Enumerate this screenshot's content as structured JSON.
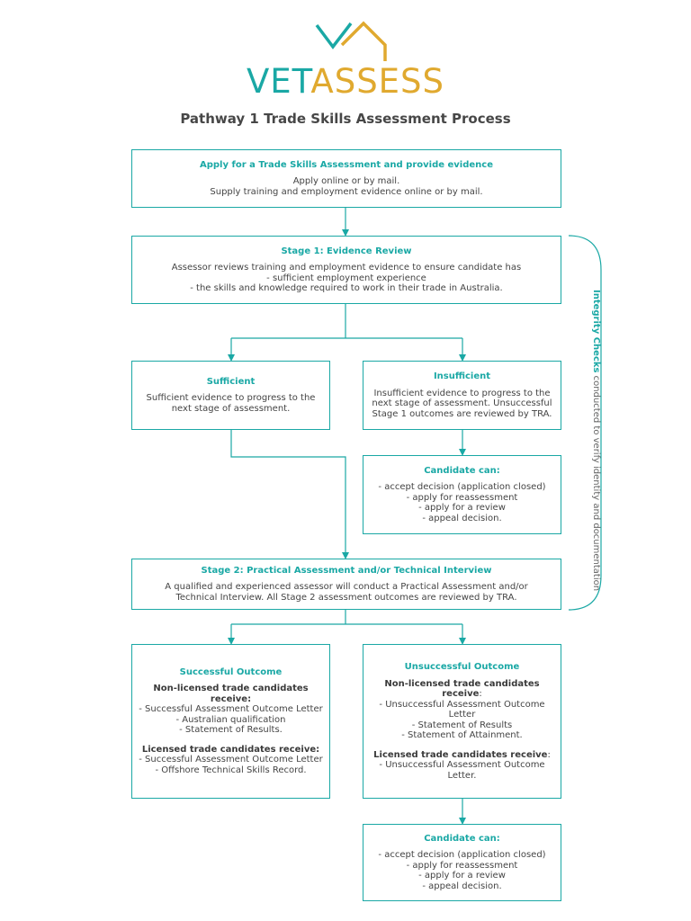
{
  "logo": {
    "part1": "VET",
    "part2": "ASSESS",
    "color_teal": "#1aa8a5",
    "color_gold": "#e0a92f"
  },
  "title": "Pathway 1 Trade Skills Assessment Process",
  "apply": {
    "heading": "Apply for a Trade Skills Assessment and provide evidence",
    "line1": "Apply online or by mail.",
    "line2": "Supply training and employment evidence online or by mail."
  },
  "stage1": {
    "heading": "Stage 1: Evidence Review",
    "line1": "Assessor reviews training and employment evidence to ensure candidate has",
    "line2": "- sufficient employment experience",
    "line3": "- the skills and knowledge required to work in their trade in Australia."
  },
  "sufficient": {
    "heading": "Sufficient",
    "text": "Sufficient evidence to progress to the next stage of assessment."
  },
  "insufficient": {
    "heading": "Insufficient",
    "text": "Insufficient evidence to progress to the next stage of assessment. Unsuccessful Stage 1 outcomes are reviewed by TRA."
  },
  "candidate_options_1": {
    "heading": "Candidate can:",
    "items": [
      "- accept decision (application closed)",
      "- apply for reassessment",
      "- apply for a review",
      "- appeal decision."
    ]
  },
  "stage2": {
    "heading": "Stage 2: Practical Assessment and/or Technical Interview",
    "text": "A qualified and experienced assessor will conduct a  Practical Assessment and/or Technical Interview. All Stage 2 assessment outcomes are reviewed by TRA."
  },
  "successful": {
    "heading": "Successful Outcome",
    "nonlicensed_heading": "Non-licensed trade candidates receive:",
    "nonlicensed_items": [
      "- Successful Assessment Outcome Letter",
      "- Australian qualification",
      "- Statement of Results."
    ],
    "licensed_heading": "Licensed trade candidates receive:",
    "licensed_items": [
      "- Successful Assessment Outcome Letter",
      "- Offshore Technical Skills Record."
    ]
  },
  "unsuccessful": {
    "heading": "Unsuccessful Outcome",
    "nonlicensed_heading": "Non-licensed trade candidates receive",
    "nonlicensed_colon": ":",
    "nonlicensed_items": [
      "- Unsuccessful Assessment Outcome Letter",
      "- Statement of Results",
      "- Statement of Attainment."
    ],
    "licensed_heading": "Licensed trade candidates receive",
    "licensed_colon": ":",
    "licensed_items": [
      "- Unsuccessful Assessment Outcome Letter."
    ]
  },
  "candidate_options_2": {
    "heading": "Candidate can:",
    "items": [
      "- accept decision (application closed)",
      "- apply for reassessment",
      "- apply for a review",
      "- appeal decision."
    ]
  },
  "integrity": {
    "bold": "Integrity Checks",
    "rest": " conducted to verify identity and documentation"
  },
  "colors": {
    "accent": "#1aa8a5",
    "text": "#444444"
  }
}
